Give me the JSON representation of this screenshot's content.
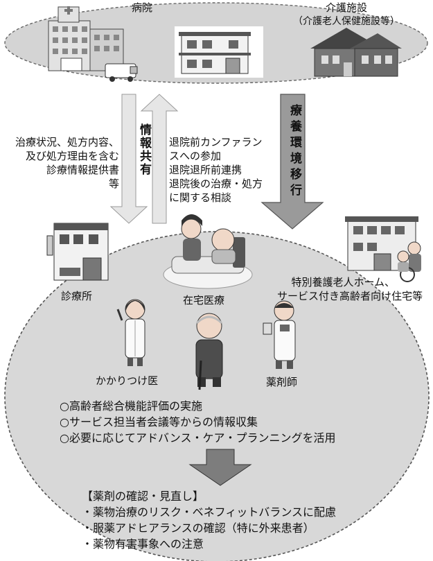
{
  "top": {
    "hospital": "病院",
    "care_facility_line1": "介護施設",
    "care_facility_line2": "（介護老人保健施設等）"
  },
  "arrows": {
    "info_share": "情報共有",
    "transition": "療養環境移行"
  },
  "left_text": {
    "line1": "治療状況、処方内容、",
    "line2": "及び処方理由を含む",
    "line3": "診療情報提供書",
    "line4": "等"
  },
  "right_text": {
    "line1": "退院前カンファラン",
    "line2": "スへの参加",
    "line3": "退院退所前連携",
    "line4": "退院後の治療・処方",
    "line5": "に関する相談"
  },
  "community": {
    "clinic": "診療所",
    "home_care": "在宅医療",
    "nursing_home_line1": "特別養護老人ホーム、",
    "nursing_home_line2": "サービス付き高齢者向け住宅等",
    "family_doctor": "かかりつけ医",
    "pharmacist": "薬剤師"
  },
  "actions": [
    "○高齢者総合機能評価の実施",
    "○サービス担当者会議等からの情報収集",
    "○必要に応じてアドバンス・ケア・プランニングを活用"
  ],
  "review": {
    "title": "【薬剤の確認・見直し】",
    "items": [
      "・薬物治療のリスク・ベネフィットバランスに配慮",
      "・服薬アドヒアランスの確認（特に外来患者）",
      "・薬物有害事象への注意"
    ]
  }
}
